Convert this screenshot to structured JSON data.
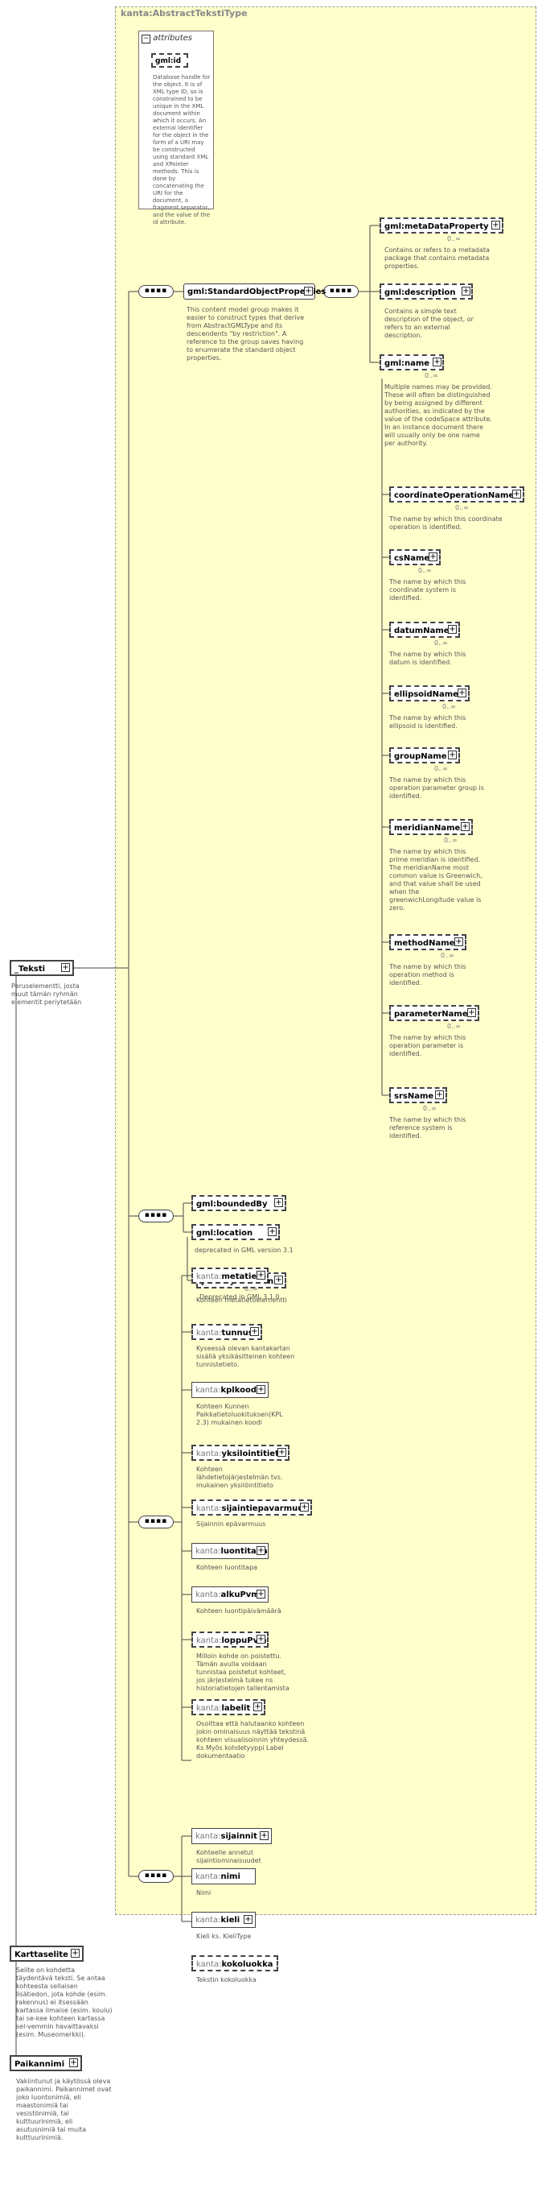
{
  "type_label": "kanta:AbstractTekstiType",
  "attributes": {
    "header": "attributes",
    "gml_id": "gml:id",
    "gml_id_desc": "Database handle for the object. It is of XML type ID, so is constrained to be unique in the XML document within which it occurs. An external identifier for the object in the form of a URI may be constructed using standard XML and XPointer methods. This is done by concatenating the URI for the document, a fragment separator, and the value of the id attribute."
  },
  "std_group": {
    "name": "gml:StandardObjectProperties",
    "desc": "This content model group makes it easier to construct types that derive from AbstractGMLType and its descendents \"by restriction\". A reference to the group saves having to enumerate the standard object properties."
  },
  "std_items": [
    {
      "name": "gml:metaDataProperty",
      "card": "0..∞",
      "desc": "Contains or refers to a metadata package that contains metadata properties."
    },
    {
      "name": "gml:description",
      "card": "",
      "desc": "Contains a simple text description of the object, or refers to an external description."
    },
    {
      "name": "gml:name",
      "card": "0..∞",
      "desc": "Multiple names may be provided. These will often be distinguished by being assigned by different authorities, as indicated by the value of the codeSpace attribute. In an instance document there will usually only be one name per authority."
    }
  ],
  "name_subs": [
    {
      "name": "coordinateOperationName",
      "card": "0..∞",
      "desc": "The name by which this coordinate operation is identified."
    },
    {
      "name": "csName",
      "card": "0..∞",
      "desc": "The name by which this coordinate system is identified."
    },
    {
      "name": "datumName",
      "card": "0..∞",
      "desc": "The name by which this datum is identified."
    },
    {
      "name": "ellipsoidName",
      "card": "0..∞",
      "desc": "The name by which this ellipsoid is identified."
    },
    {
      "name": "groupName",
      "card": "0..∞",
      "desc": "The name by which this operation parameter group is identified."
    },
    {
      "name": "meridianName",
      "card": "0..∞",
      "desc": "The name by which this prime meridian is identified. The meridianName most common value is Greenwich, and that value shall be used when the greenwichLongitude value is zero."
    },
    {
      "name": "methodName",
      "card": "0..∞",
      "desc": "The name by which this operation method is identified."
    },
    {
      "name": "parameterName",
      "card": "0..∞",
      "desc": "The name by which this operation parameter is identified."
    },
    {
      "name": "srsName",
      "card": "0..∞",
      "desc": "The name by which this reference system is identified."
    }
  ],
  "bounded": {
    "name": "gml:boundedBy"
  },
  "location": {
    "name": "gml:location",
    "desc": "deprecated in GML version 3.1"
  },
  "priority": {
    "name": "priorityLocation",
    "desc": "Deprecated in GML 3.1.0"
  },
  "kanta_items": [
    {
      "ns": "kanta:",
      "name": "metatieto",
      "card": "0..∞",
      "desc": "Kohteen metatietoelementti"
    },
    {
      "ns": "kanta:",
      "name": "tunnus",
      "card": "",
      "desc": "Kyseessä olevan kantakartan sisällä yksikäsitteinen kohteen tunnistetieto."
    },
    {
      "ns": "kanta:",
      "name": "kplkoodi",
      "card": "",
      "desc": "Kohteen Kunnen Paikkatietoluokituksen(KPL 2.3) mukainen koodi"
    },
    {
      "ns": "kanta:",
      "name": "yksilointitieto",
      "card": "",
      "desc": "Kohteen lähdetietojärjestelmän tvs. mukainen yksilöintitieto"
    },
    {
      "ns": "kanta:",
      "name": "sijaintiepavarmuus",
      "card": "",
      "desc": "Sijainnin epävarmuus"
    },
    {
      "ns": "kanta:",
      "name": "luontitapa",
      "card": "",
      "desc": "Kohteen luontitapa"
    },
    {
      "ns": "kanta:",
      "name": "alkuPvm",
      "card": "",
      "desc": "Kohteen luontipäivämäärä"
    },
    {
      "ns": "kanta:",
      "name": "loppuPvm",
      "card": "",
      "desc": "Milloin kohde on poistettu. Tämän avulla voidaan tunnistaa poistetut kohteet, jos järjestelmä tukee ns historiatietojen tallentamista"
    },
    {
      "ns": "kanta:",
      "name": "labelit",
      "card": "",
      "desc": "Osoittaa että halutaanko kohteen jokin ominaisuus näyttää tekstinä kohteen visualisoinnin yhteydessä. Ks Myös kohdetyyppi Label dokumentaatio"
    }
  ],
  "sijainnit": {
    "ns": "kanta:",
    "name": "sijainnit",
    "desc": "Kohteelle annetut sijaintiominaisuudet"
  },
  "text_items": [
    {
      "ns": "kanta:",
      "name": "nimi",
      "desc": "Nimi"
    },
    {
      "ns": "kanta:",
      "name": "kieli",
      "desc": "Kieli ks. KieliType"
    },
    {
      "ns": "kanta:",
      "name": "kokoluokka",
      "desc": "Tekstin kokoluokka"
    }
  ],
  "teksti": {
    "name": "_Teksti",
    "desc": "Peruselementti, josta muut tämän ryhmän elementit periytetään"
  },
  "karttaselite": {
    "name": "Karttaselite",
    "desc": "Selite on kohdetta täydentävä teksti. Se antaa kohteesta sellaisen lisätiedon, jota kohde (esim. rakennus) ei itsessään kartassa ilmaise (esim. koulu) tai se-kee kohteen kartassa sel-vemmin havaittavaksi (esim. Museomerkki)."
  },
  "paikannimi": {
    "name": "Paikannimi",
    "desc": "Vakiintunut ja käytössä oleva paikannimi. Paikannimet ovat joko luontonimiä, eli maastonimiä tai vesistönimiä, tai kulttuurinimiä, eli asutusnimiä tai muita kulttuurinimiä."
  }
}
